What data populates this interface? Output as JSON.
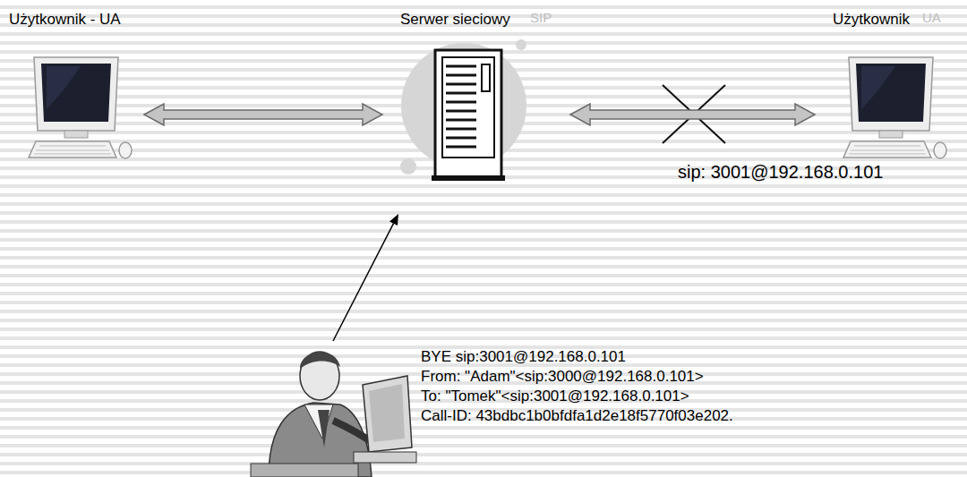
{
  "diagram": {
    "nodes": [
      {
        "text": [
          "Użytkownik - UA"
        ]
      },
      {
        "text": [
          "Serwer sieciowy"
        ]
      },
      {
        "text": [
          "Użytkownik",
          "sip: 3001@192.168.0.101"
        ]
      },
      {
        "text": [
          "BYE sip:3001@192.168.0.101",
          "From: \"Adam\"<sip:3000@192.168.0.101>",
          "To: \"Tomek\"<sip:3001@192.168.0.101>",
          "Call-ID: 43bdbc1b0bfdfa1d2e18f5770f03e202."
        ]
      }
    ],
    "edges": [
      {
        "from": 0,
        "to": 1,
        "arrow": "both"
      },
      {
        "from": 1,
        "to": 2,
        "arrow": "both"
      },
      {
        "from": 3,
        "to": 1,
        "arrow": "to"
      }
    ],
    "labels": [
      "SIP",
      "UA"
    ]
  }
}
